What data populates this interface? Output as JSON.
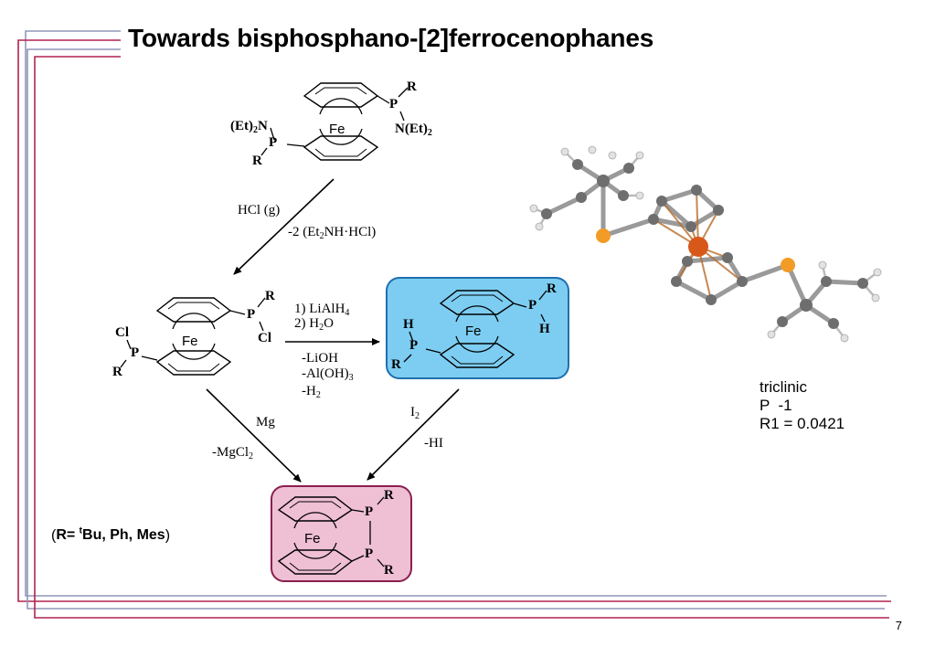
{
  "slide": {
    "title": "Towards bisphosphano-[2]ferrocenophanes",
    "page_number": "7"
  },
  "scheme": {
    "start": {
      "left_substituent": "(Et)",
      "left_sub_count": "2",
      "left_n": "N",
      "right_substituent": "N(Et)",
      "right_sub_count": "2",
      "P": "P",
      "R": "R",
      "Fe": "Fe"
    },
    "step1": {
      "reagent": "HCl (g)",
      "byproduct_pre": "-2 (Et",
      "byproduct_sub": "2",
      "byproduct_post": "NH·HCl)"
    },
    "dichloro": {
      "Cl": "Cl",
      "P": "P",
      "R": "R",
      "Fe": "Fe"
    },
    "step2": {
      "reagent1_pre": "1) LiAlH",
      "reagent1_sub": "4",
      "reagent2_pre": "2) H",
      "reagent2_sub": "2",
      "reagent2_post": "O",
      "byproduct1": "-LiOH",
      "byproduct2_pre": "-Al(OH)",
      "byproduct2_sub": "3",
      "byproduct3_pre": "-H",
      "byproduct3_sub": "2"
    },
    "dihydro": {
      "H": "H",
      "P": "P",
      "R": "R",
      "Fe": "Fe"
    },
    "step3": {
      "reagent": "Mg",
      "byproduct_pre": "-MgCl",
      "byproduct_sub": "2"
    },
    "step4": {
      "reagent_pre": "I",
      "reagent_sub": "2",
      "byproduct": "-HI"
    },
    "product": {
      "P": "P",
      "R": "R",
      "Fe": "Fe"
    }
  },
  "r_definition": {
    "open": "(",
    "main_pre": "R= ",
    "sup": "t",
    "main_post": "Bu, Ph, Mes",
    "close": ")"
  },
  "crystal": {
    "system": "triclinic",
    "space_group": "P  -1",
    "r1": "R1 = 0.0421"
  },
  "colors": {
    "title_text": "#000000",
    "blue_box": "#7dcdf2",
    "blue_border": "#1f6fb0",
    "pink_box": "#efbfd4",
    "pink_border": "#8b1f4f",
    "frame_gray": "#8f97b7",
    "frame_red": "#b0244e",
    "atom_fe": "#d8581a",
    "atom_p": "#f29b26",
    "atom_c": "#6e6e6e",
    "atom_h": "#d8d8d8"
  }
}
